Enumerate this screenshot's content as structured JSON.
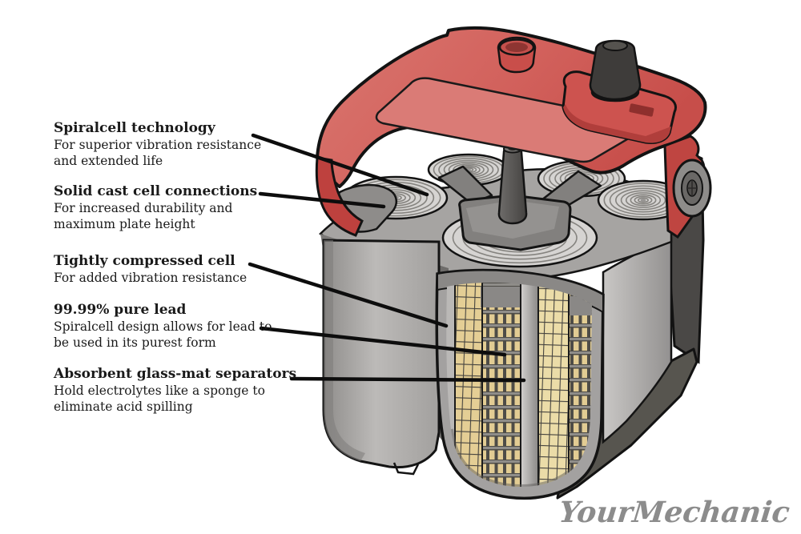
{
  "diagram": {
    "subject": "Battery cutaway callout diagram",
    "callouts": [
      {
        "title": "Spiralcell technology",
        "lines": [
          "For superior vibration resistance",
          "and extended life"
        ]
      },
      {
        "title": "Solid cast cell connections",
        "lines": [
          "For increased durability and",
          "maximum plate height"
        ]
      },
      {
        "title": "Tightly compressed cell",
        "lines": [
          "For added vibration resistance"
        ]
      },
      {
        "title": "99.99% pure lead",
        "lines": [
          "Spiralcell design allows for lead to",
          "be used in its purest form"
        ]
      },
      {
        "title": "Absorbent glass-mat separators",
        "lines": [
          "Hold electrolytes like a sponge to",
          "eliminate acid spilling"
        ]
      }
    ],
    "watermark": "YourMechanic",
    "colors": {
      "lid_red": "#CC4B47",
      "lid_red_light": "#D9736E",
      "case_gray": "#ABA9A7",
      "separator_tan": "#E4CE95",
      "terminal_black": "#3E3C3A",
      "watermark_gray": "#8C8C8C",
      "leader_line": "#111111"
    }
  }
}
